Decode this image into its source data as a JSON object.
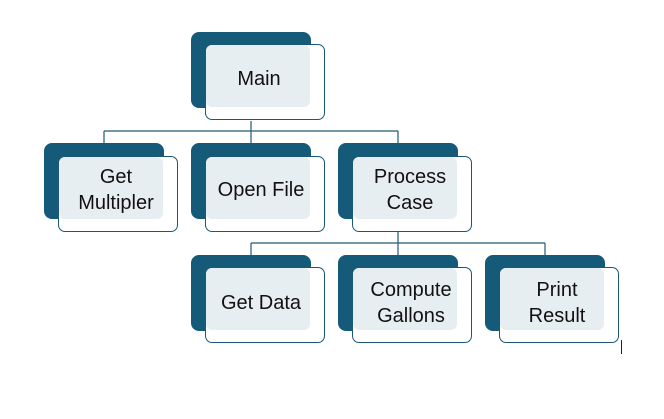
{
  "diagram": {
    "nodes": [
      {
        "id": "main",
        "label": "Main"
      },
      {
        "id": "get_multipler",
        "label": "Get\nMultipler"
      },
      {
        "id": "open_file",
        "label": "Open File"
      },
      {
        "id": "process_case",
        "label": "Process\nCase"
      },
      {
        "id": "get_data",
        "label": "Get Data"
      },
      {
        "id": "compute_gallons",
        "label": "Compute\nGallons"
      },
      {
        "id": "print_result",
        "label": "Print\nResult"
      }
    ],
    "edges": [
      {
        "from": "main",
        "to": "get_multipler"
      },
      {
        "from": "main",
        "to": "open_file"
      },
      {
        "from": "main",
        "to": "process_case"
      },
      {
        "from": "process_case",
        "to": "get_data"
      },
      {
        "from": "process_case",
        "to": "compute_gallons"
      },
      {
        "from": "process_case",
        "to": "print_result"
      }
    ]
  },
  "colors": {
    "shadow": "#155a78",
    "border": "#1c5874",
    "fill": "#e7eef2",
    "connector": "#1f5a78",
    "text": "#111111"
  }
}
